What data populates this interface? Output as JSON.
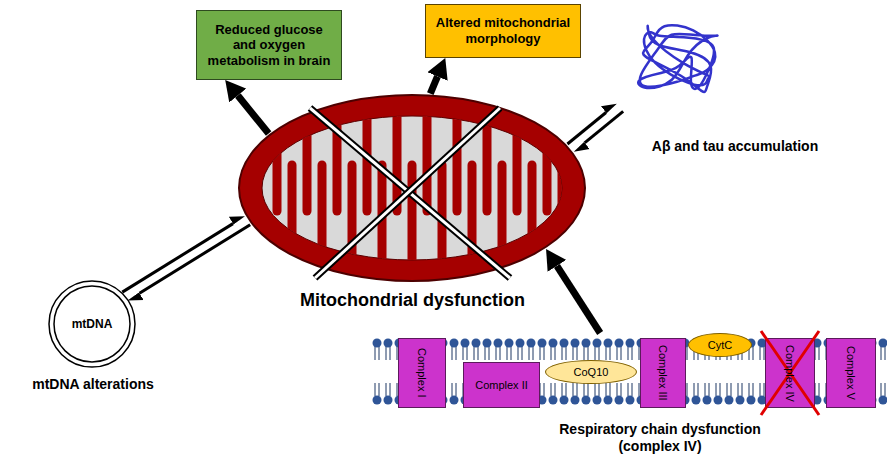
{
  "diagram": {
    "nodes": [
      {
        "text": [
          "Reduced glucose and oxygen metabolism in brain"
        ]
      },
      {
        "text": [
          "Altered mitochondrial morphology"
        ]
      },
      {
        "text": [
          "Mitochondrial dysfunction"
        ]
      },
      {
        "text": [
          "Aβ and tau accumulation"
        ]
      },
      {
        "text": [
          "mtDNA",
          "mtDNA alterations"
        ]
      },
      {
        "text": [
          "Respiratory chain dysfunction (complex IV)"
        ]
      },
      {
        "text": [
          "Complex I"
        ],
        "in": 5
      },
      {
        "text": [
          "Complex II"
        ],
        "in": 5
      },
      {
        "text": [
          "CoQ10"
        ],
        "in": 5
      },
      {
        "text": [
          "Complex III"
        ],
        "in": 5
      },
      {
        "text": [
          "CytC"
        ],
        "in": 5
      },
      {
        "text": [
          "Complex IV"
        ],
        "in": 5
      },
      {
        "text": [
          "Complex V"
        ],
        "in": 5
      }
    ],
    "edges": [
      {
        "from": 2,
        "to": 0,
        "arrow": "to"
      },
      {
        "from": 2,
        "to": 1,
        "arrow": "to"
      },
      {
        "from": 2,
        "to": 3,
        "arrow": "both"
      },
      {
        "from": 4,
        "to": 2,
        "arrow": "both"
      },
      {
        "from": 5,
        "to": 2,
        "arrow": "to"
      }
    ]
  }
}
